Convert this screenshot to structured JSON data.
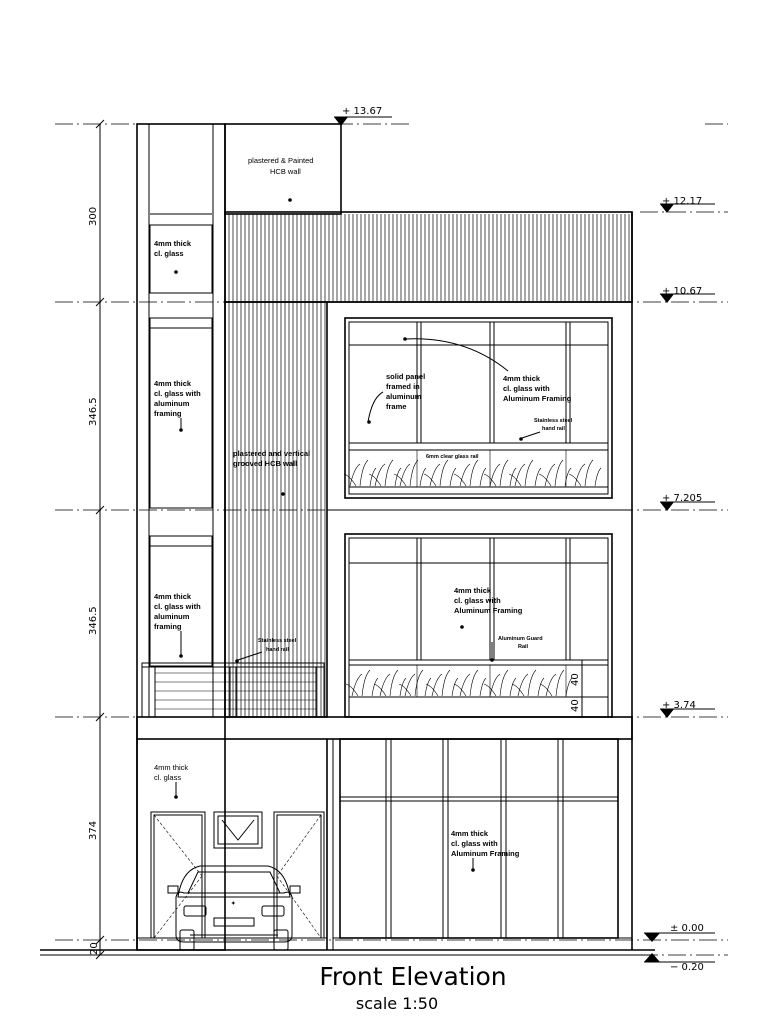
{
  "drawing": {
    "title": "Front Elevation",
    "scale": "scale 1:50"
  },
  "levels": [
    {
      "id": "roof-top",
      "label": "+ 13.67"
    },
    {
      "id": "parapet",
      "label": "+ 12.17"
    },
    {
      "id": "third-floor-top",
      "label": "+ 10.67"
    },
    {
      "id": "third-floor",
      "label": "+ 7.205"
    },
    {
      "id": "second-floor",
      "label": "+ 3.74"
    },
    {
      "id": "ground",
      "label": "± 0.00"
    },
    {
      "id": "natural-grade",
      "label": "− 0.20"
    }
  ],
  "dimensions": [
    {
      "id": "dim-top",
      "label": "300"
    },
    {
      "id": "dim-third",
      "label": "346.5"
    },
    {
      "id": "dim-second",
      "label": "346.5"
    },
    {
      "id": "dim-ground",
      "label": "374"
    },
    {
      "id": "dim-base",
      "label": "20"
    },
    {
      "id": "dim-planter",
      "label": "40"
    },
    {
      "id": "dim-planter-b",
      "label": "40"
    }
  ],
  "notes": {
    "hcb_wall_1": "plastered & Painted",
    "hcb_wall_2": "HCB wall",
    "glass_top_1": "4mm thick",
    "glass_top_2": "cl. glass",
    "glass_mid_1": "4mm thick",
    "glass_mid_2": "cl. glass with",
    "glass_mid_3": "aluminum",
    "glass_mid_4": "framing",
    "grooved_1": "plastered and vertical",
    "grooved_2": "grooved HCB wall",
    "solid_1": "solid panel",
    "solid_2": "framed in",
    "solid_3": "aluminum",
    "solid_4": "frame",
    "win3_1": "4mm thick",
    "win3_2": "cl. glass with",
    "win3_3": "Aluminum Framing",
    "handrail3_1": "Stainless steel",
    "handrail3_2": "hand rail",
    "glass_rail": "6mm clear glass rail",
    "glass_low_1": "4mm thick",
    "glass_low_2": "cl. glass with",
    "glass_low_3": "aluminum",
    "glass_low_4": "framing",
    "win2_1": "4mm thick",
    "win2_2": "cl. glass with",
    "win2_3": "Aluminum Framing",
    "guard_1": "Aluminum Guard",
    "guard_2": "Rail",
    "handrail2_1": "Stainless steel",
    "handrail2_2": "hand rail",
    "gf_glass_1": "4mm thick",
    "gf_glass_2": "cl. glass",
    "shop_1": "4mm thick",
    "shop_2": "cl. glass with",
    "shop_3": "Aluminum Framing"
  }
}
